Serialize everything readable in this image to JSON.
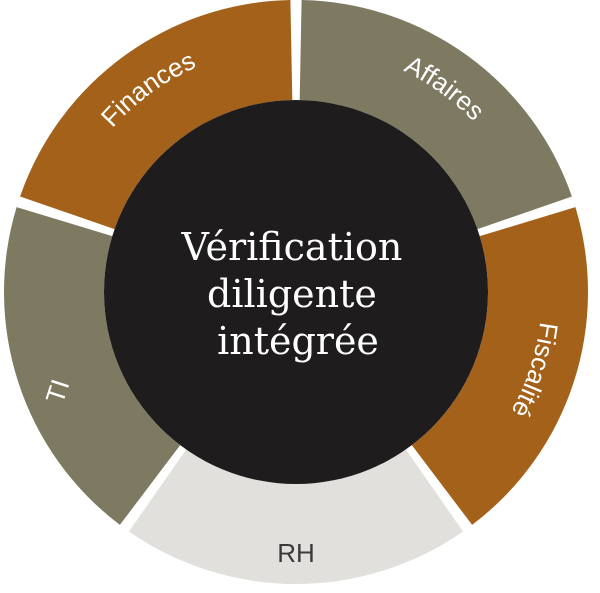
{
  "center": {
    "lines": [
      "Vérification",
      "diligente",
      "intégrée"
    ],
    "color": "#1e1c1c"
  },
  "segments": [
    {
      "id": "finances",
      "label": "Finances",
      "color": "#a4611a",
      "text_color": "#ffffff"
    },
    {
      "id": "affaires",
      "label": "Affaires",
      "color": "#7e7a62",
      "text_color": "#ffffff"
    },
    {
      "id": "fiscalite",
      "label": "Fiscalité",
      "color": "#a4611a",
      "text_color": "#ffffff"
    },
    {
      "id": "rh",
      "label": "RH",
      "color": "#e2e0dc",
      "text_color": "#3a3a3a"
    },
    {
      "id": "ti",
      "label": "TI",
      "color": "#7e7a62",
      "text_color": "#ffffff"
    }
  ]
}
